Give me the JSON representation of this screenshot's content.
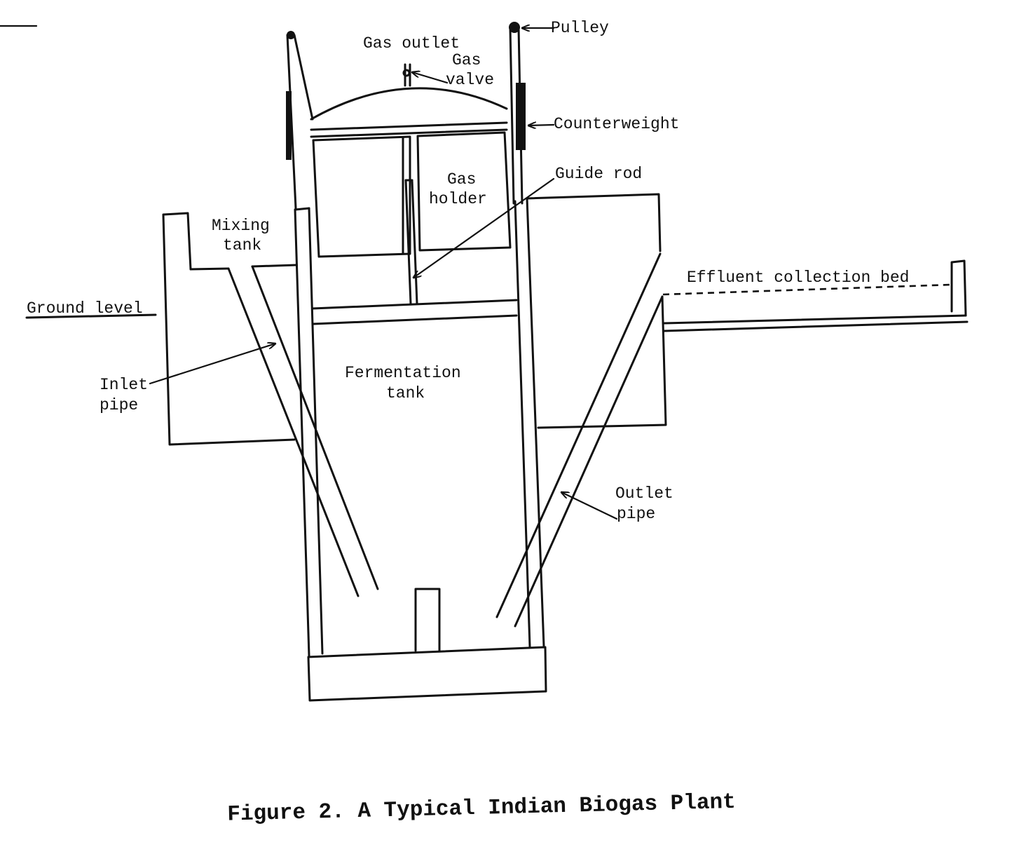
{
  "figure": {
    "caption": "Figure 2. A Typical Indian Biogas Plant"
  },
  "labels": {
    "pulley": "Pulley",
    "gas_outlet": "Gas outlet",
    "gas_valve_line1": "Gas",
    "gas_valve_line2": "valve",
    "counterweight": "Counterweight",
    "guide_rod": "Guide rod",
    "gas_holder_line1": "Gas",
    "gas_holder_line2": "holder",
    "mixing_tank_line1": "Mixing",
    "mixing_tank_line2": "tank",
    "effluent_bed": "Effluent collection bed",
    "ground_level": "Ground level",
    "inlet_pipe_line1": "Inlet",
    "inlet_pipe_line2": "pipe",
    "fermentation_tank_line1": "Fermentation",
    "fermentation_tank_line2": "tank",
    "outlet_pipe_line1": "Outlet",
    "outlet_pipe_line2": "pipe"
  }
}
